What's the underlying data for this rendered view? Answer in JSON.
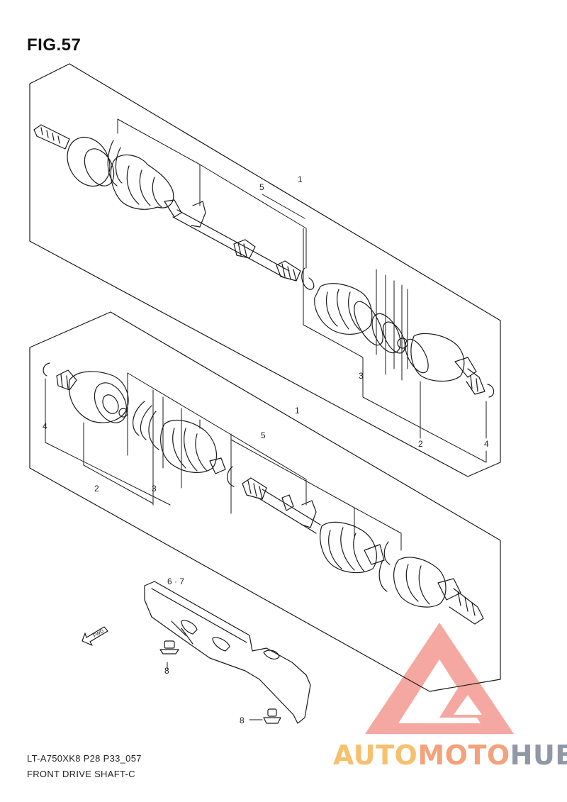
{
  "figure": {
    "title": "FIG.57"
  },
  "callouts": {
    "upper_assembly": "1",
    "upper_shaft": "5",
    "upper_boot_kit": "3",
    "upper_outer_joint": "2",
    "upper_ring": "4",
    "lower_assembly": "1",
    "lower_shaft": "5",
    "lower_ring": "4",
    "lower_joint": "2",
    "lower_boot_kit": "3",
    "guard": "6 · 7",
    "bolt_upper": "8",
    "bolt_lower": "8"
  },
  "direction_arrow": {
    "label": "FWD"
  },
  "footer": {
    "model_code": "LT-A750XK8 P28 P33_057",
    "section_name": "FRONT DRIVE SHAFT-C"
  },
  "watermark": {
    "part1": "AUTO",
    "part2": "MOTO",
    "part3": "HUB",
    "colors": {
      "auto": "#f6c06e",
      "moto": "#f3a27c",
      "hub": "#8f98a6",
      "logo": "#f28b82"
    }
  },
  "icons": {
    "watermark_logo": "triangle-m-logo-icon",
    "direction": "fwd-arrow-icon"
  }
}
